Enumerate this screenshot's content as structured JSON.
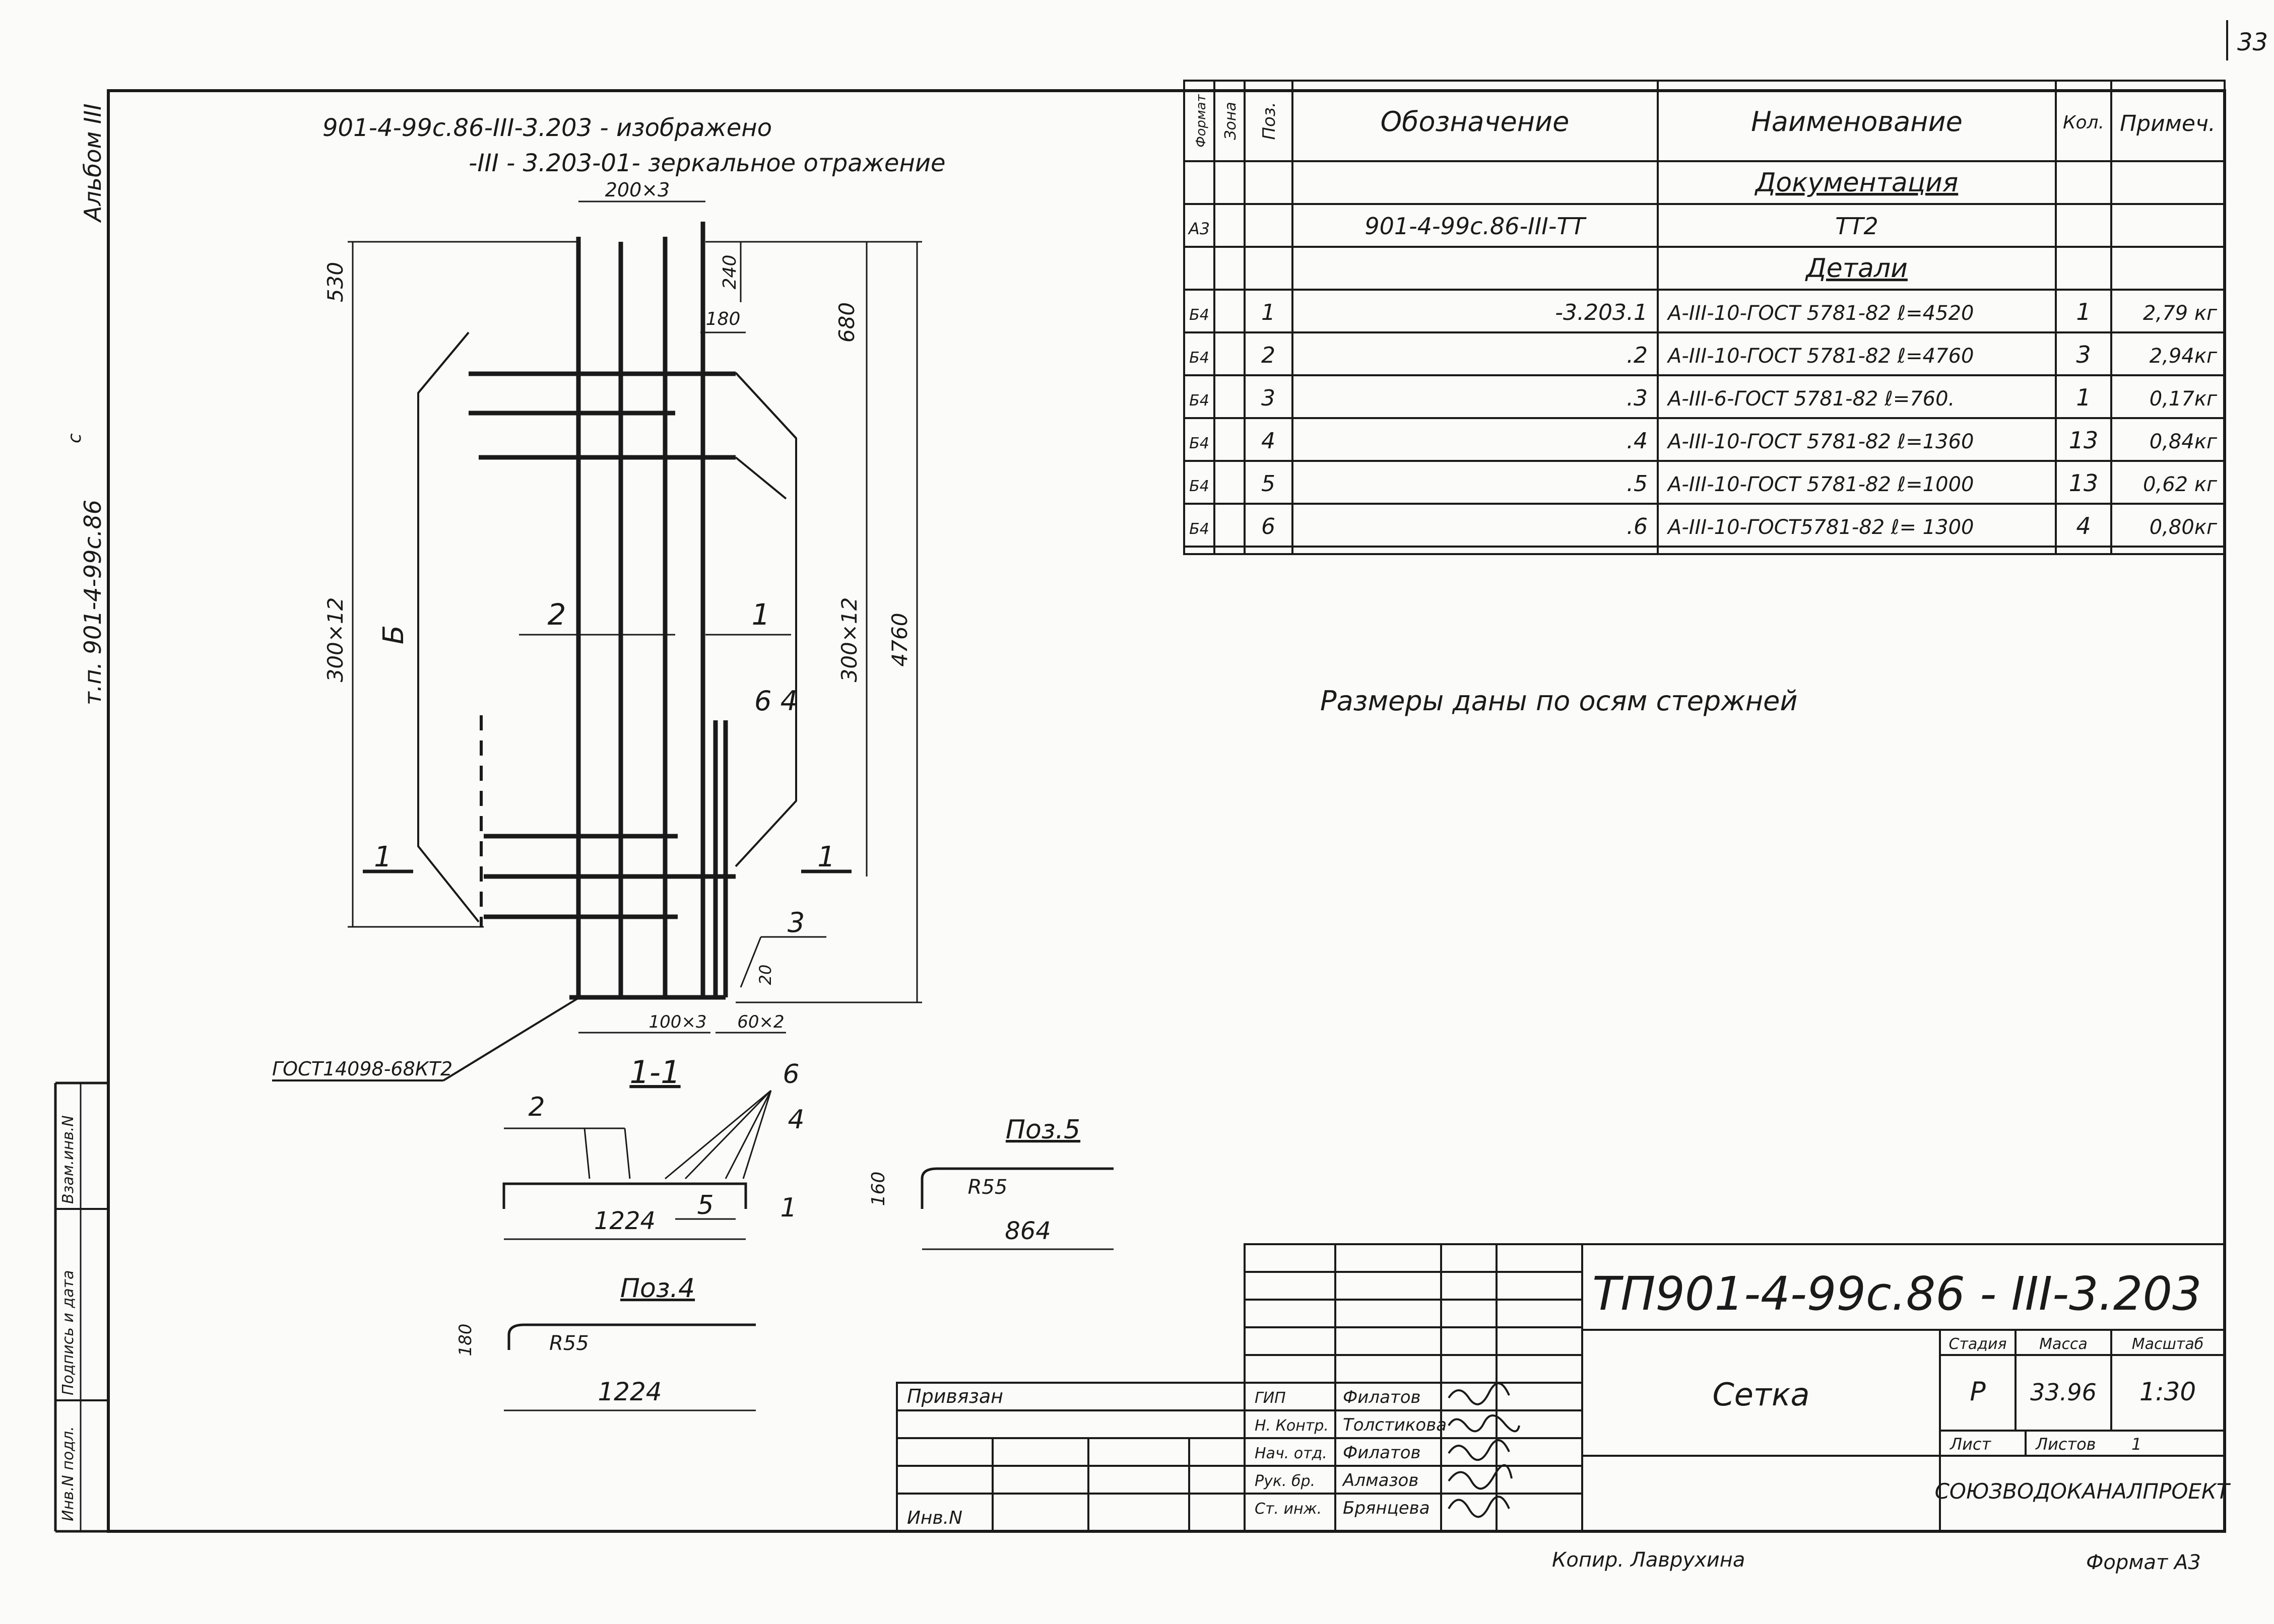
{
  "page_number": "33",
  "margin_stamp": {
    "album": "Альбом III",
    "tp": "т.п.   901-4-99с.86",
    "superscript": "с",
    "inv_podl": "Инв.N подл.",
    "podpis_data": "Подпись и дата",
    "vzam_inv": "Взам.инв.N"
  },
  "drawing": {
    "header_line1": "901-4-99с.86-III-3.203 - изображено",
    "header_line2": "-III - 3.203-01- зеркальное отражение",
    "dims": {
      "d200x3": "200×3",
      "d530": "530",
      "d240": "240",
      "d180": "180",
      "d680": "680",
      "d300x12_left": "300×12",
      "d300x12_right": "300×12",
      "d4760": "4760",
      "d100x3": "100×3",
      "d60x2": "60×2",
      "d20": "20"
    },
    "labels": {
      "b": "Б",
      "pos2": "2",
      "pos1": "1",
      "pos64": "6 4",
      "pos3": "3",
      "section_left": "1",
      "section_right": "1",
      "gost": "ГОСТ14098-68КТ2"
    }
  },
  "section": {
    "title": "1-1",
    "len": "1224",
    "p2": "2",
    "p6": "6",
    "p4": "4",
    "p5": "5",
    "p1": "1"
  },
  "pos5": {
    "title": "Поз.5",
    "h": "160",
    "r": "R55",
    "len": "864"
  },
  "pos4": {
    "title": "Поз.4",
    "h": "180",
    "r": "R55",
    "len": "1224"
  },
  "note": "Размеры даны по осям стержней",
  "spec": {
    "headers": {
      "format": "Формат",
      "zone": "Зона",
      "pos": "Поз.",
      "designation": "Обозначение",
      "name": "Наименование",
      "qty": "Кол.",
      "note": "Примеч."
    },
    "section_doc": "Документация",
    "doc_row": {
      "format": "А3",
      "designation": "901-4-99с.86-III-ТТ",
      "name": "ТТ2"
    },
    "section_parts": "Детали",
    "rows": [
      {
        "format": "Б4",
        "pos": "1",
        "designation": "-3.203.1",
        "name": "А-III-10-ГОСТ 5781-82 ℓ=4520",
        "qty": "1",
        "note": "2,79 кг"
      },
      {
        "format": "Б4",
        "pos": "2",
        "designation": ".2",
        "name": "А-III-10-ГОСТ 5781-82 ℓ=4760",
        "qty": "3",
        "note": "2,94кг"
      },
      {
        "format": "Б4",
        "pos": "3",
        "designation": ".3",
        "name": "А-III-6-ГОСТ 5781-82 ℓ=760.",
        "qty": "1",
        "note": "0,17кг"
      },
      {
        "format": "Б4",
        "pos": "4",
        "designation": ".4",
        "name": "А-III-10-ГОСТ 5781-82 ℓ=1360",
        "qty": "13",
        "note": "0,84кг"
      },
      {
        "format": "Б4",
        "pos": "5",
        "designation": ".5",
        "name": "А-III-10-ГОСТ 5781-82 ℓ=1000",
        "qty": "13",
        "note": "0,62 кг"
      },
      {
        "format": "Б4",
        "pos": "6",
        "designation": ".6",
        "name": "А-III-10-ГОСТ5781-82 ℓ= 1300",
        "qty": "4",
        "note": "0,80кг"
      }
    ]
  },
  "title_block": {
    "code": "ТП901-4-99с.86 - III-3.203",
    "title": "Сетка",
    "stage_label": "Стадия",
    "mass_label": "Масса",
    "scale_label": "Масштаб",
    "stage": "Р",
    "mass": "33.96",
    "scale": "1:30",
    "sheet_label": "Лист",
    "sheets_label": "Листов",
    "sheets": "1",
    "org": "СОЮЗВОДОКАНАЛПРОЕКТ",
    "privyazan": "Привязан",
    "inv_n": "Инв.N",
    "signers": [
      {
        "role": "ГИП",
        "name": "Филатов"
      },
      {
        "role": "Н. Контр.",
        "name": "Толстикова"
      },
      {
        "role": "Нач. отд.",
        "name": "Филатов"
      },
      {
        "role": "Рук. бр.",
        "name": "Алмазов"
      },
      {
        "role": "Ст. инж.",
        "name": "Брянцева"
      }
    ]
  },
  "footer": {
    "copied": "Копир. Лаврухина",
    "format": "Формат А3"
  }
}
